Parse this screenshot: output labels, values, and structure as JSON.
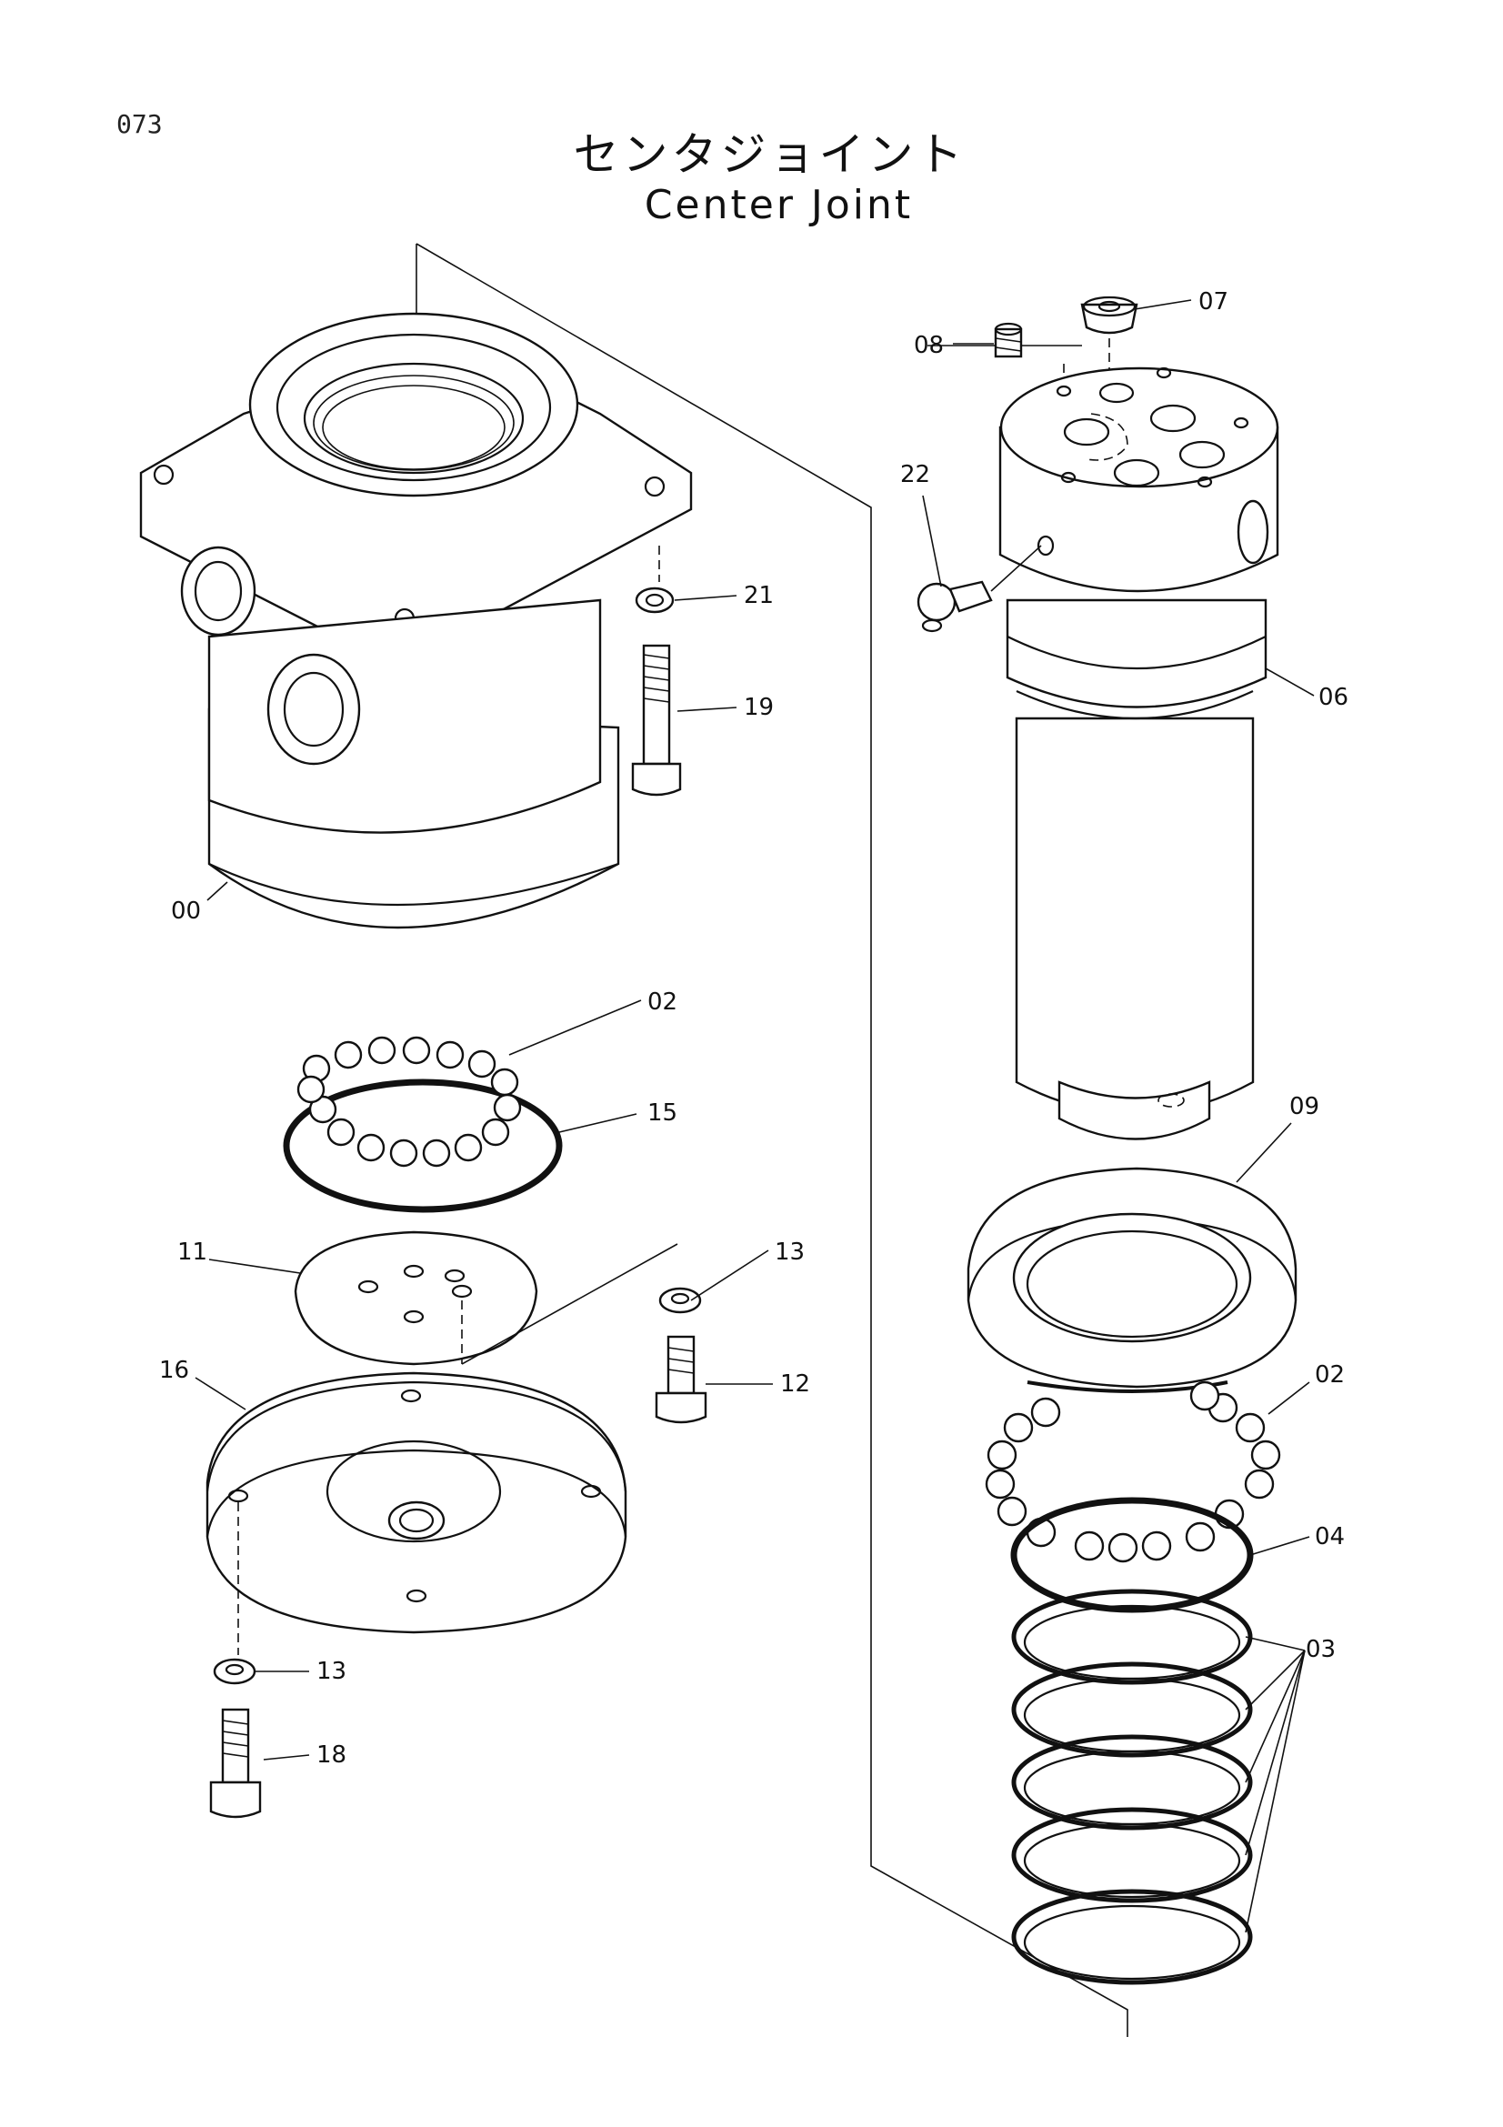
{
  "page_number": "073",
  "title_jp": "センタジョイント",
  "title_en": "Center Joint",
  "callouts": {
    "c00": "00",
    "c02a": "02",
    "c02b": "02",
    "c03": "03",
    "c04": "04",
    "c06": "06",
    "c07": "07",
    "c08": "08",
    "c09": "09",
    "c11": "11",
    "c12": "12",
    "c13a": "13",
    "c13b": "13",
    "c15": "15",
    "c16": "16",
    "c18": "18",
    "c19": "19",
    "c21": "21",
    "c22": "22"
  }
}
